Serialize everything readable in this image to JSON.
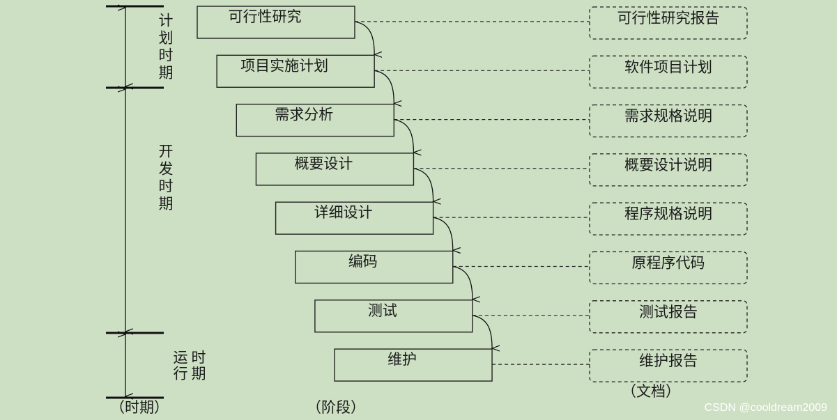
{
  "periods": [
    {
      "label": "计划时期",
      "layout": "vertical"
    },
    {
      "label": "开发时期",
      "layout": "vertical"
    },
    {
      "label": "运行时期",
      "layout": "two-column"
    }
  ],
  "stages": [
    "可行性研究",
    "项目实施计划",
    "需求分析",
    "概要设计",
    "详细设计",
    "编码",
    "测试",
    "维护"
  ],
  "documents": [
    "可行性研究报告",
    "软件项目计划",
    "需求规格说明",
    "概要设计说明",
    "程序规格说明",
    "原程序代码",
    "测试报告",
    "维护报告"
  ],
  "captions": {
    "periods": "（时期）",
    "stages": "（阶段）",
    "documents": "（文档）"
  },
  "watermark": "CSDN @cooldream2009"
}
